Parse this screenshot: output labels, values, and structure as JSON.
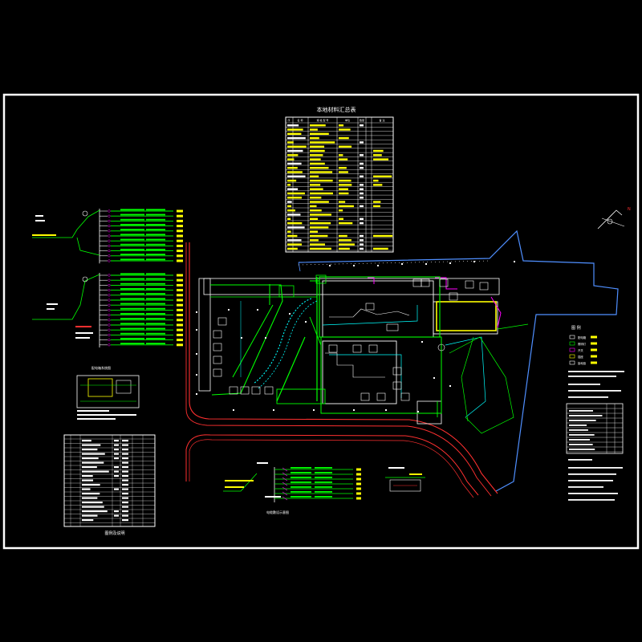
{
  "drawing": {
    "background": "#000000",
    "frame_color": "#ffffff",
    "colors": {
      "white": "#ffffff",
      "yellow": "#ffff00",
      "green": "#00ff00",
      "cyan": "#00ffff",
      "red": "#ff3030",
      "magenta": "#ff00ff",
      "blue_site": "#4f8fff"
    }
  },
  "table_top": {
    "title": "本地材料汇总表",
    "headers": [
      "序",
      "名 称",
      "规 格 型 号",
      "单位",
      "数量",
      "备 注"
    ]
  },
  "table_left": {
    "title": "图例及说明"
  },
  "diagram_labels": {
    "panel_mid": "配电箱系统图",
    "bottom_center": "电缆敷设示意图"
  },
  "legend": {
    "title": "图 例",
    "items": [
      "配电箱",
      "照明灯",
      "开关",
      "插座",
      "接地极"
    ]
  },
  "compass": {
    "label": "N"
  }
}
